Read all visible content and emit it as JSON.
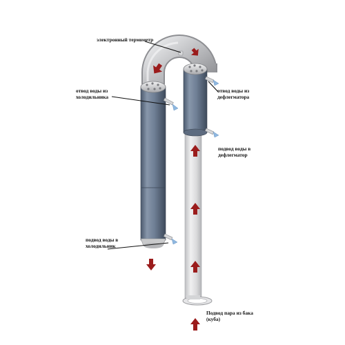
{
  "labels": {
    "thermometer": {
      "lines": [
        "электронный термометр"
      ]
    },
    "cooler_out": {
      "lines": [
        "отвод воды из",
        "холодильника"
      ]
    },
    "reflux_out": {
      "lines": [
        "отвод воды из",
        "дефлегматора"
      ]
    },
    "reflux_in": {
      "lines": [
        "подвод воды в",
        "дефлегматор"
      ]
    },
    "cooler_in": {
      "lines": [
        "подвод воды в",
        "холодильник"
      ]
    },
    "steam_in": {
      "lines": [
        "Подвод пара из бака",
        "(куба)"
      ]
    }
  },
  "colors": {
    "arrow_red": "#9b1c1c",
    "arrow_blue": "#8fb8e0",
    "jacket": "#6f7f95",
    "tube_glass": "#d8d8da",
    "bend_steel": "#c3c4c7"
  },
  "icons": [
    "flow-arrow-icon",
    "water-nozzle-icon",
    "thermometer-icon"
  ]
}
